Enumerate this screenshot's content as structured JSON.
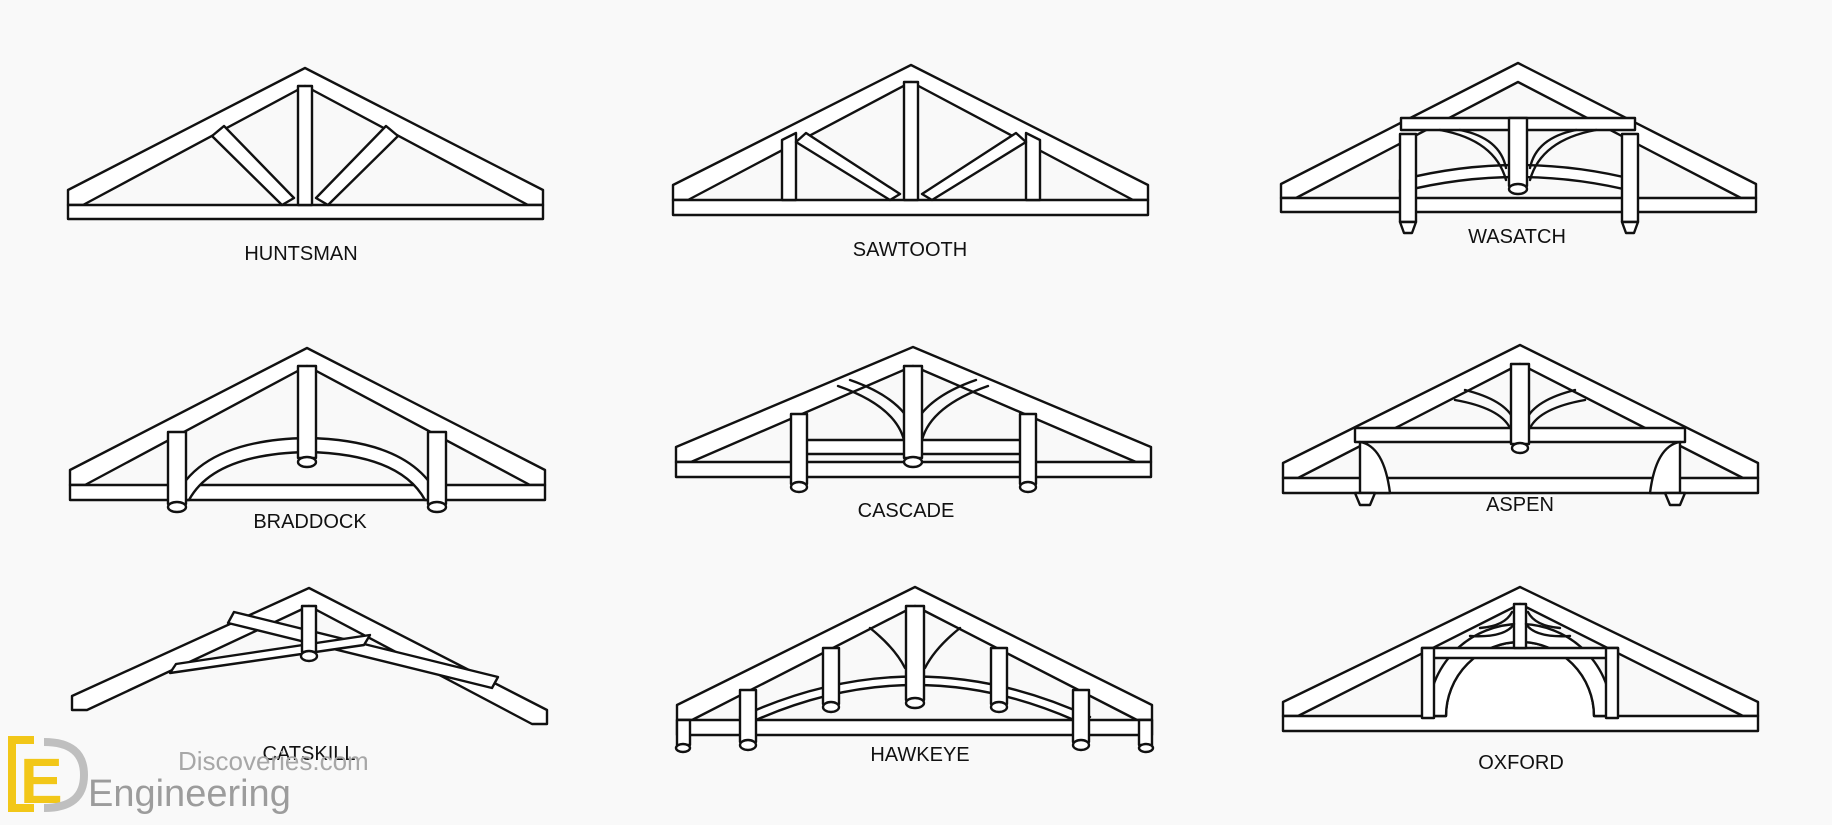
{
  "trusses": [
    {
      "label": "HUNTSMAN",
      "style": "huntsman"
    },
    {
      "label": "SAWTOOTH",
      "style": "sawtooth"
    },
    {
      "label": "WASATCH",
      "style": "wasatch"
    },
    {
      "label": "BRADDOCK",
      "style": "braddock"
    },
    {
      "label": "CASCADE",
      "style": "cascade"
    },
    {
      "label": "ASPEN",
      "style": "aspen"
    },
    {
      "label": "CATSKILL",
      "style": "catskill"
    },
    {
      "label": "HAWKEYE",
      "style": "hawkeye"
    },
    {
      "label": "OXFORD",
      "style": "oxford"
    }
  ],
  "watermark": {
    "line1": "Discoveries.com",
    "line2": "Engineering",
    "logo_letter": "E",
    "logo_color": "#f2c200"
  }
}
